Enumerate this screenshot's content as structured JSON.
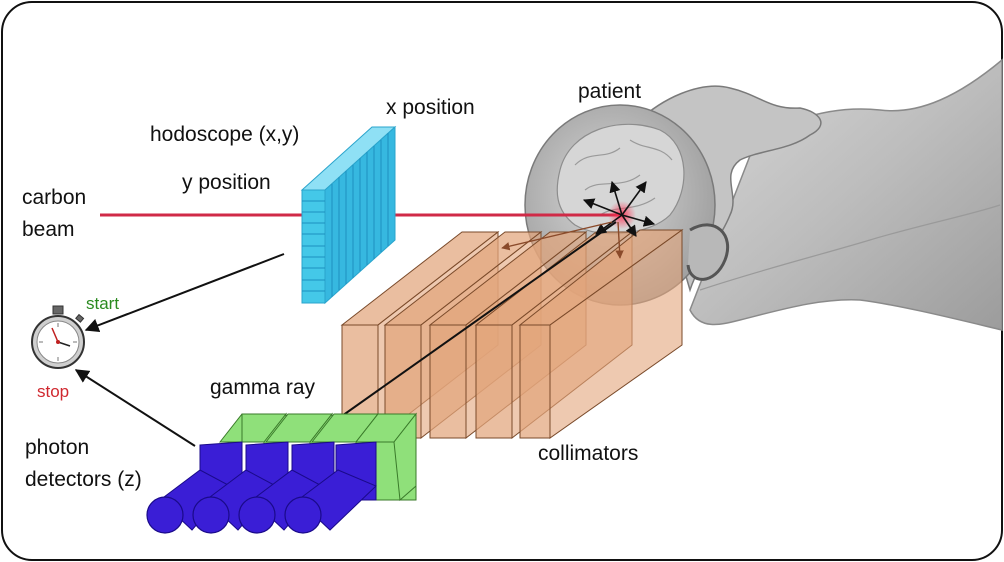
{
  "labels": {
    "patient": "patient",
    "hodoscope": "hodoscope (x,y)",
    "x_position": "x position",
    "y_position": "y position",
    "carbon_beam_line1": "carbon",
    "carbon_beam_line2": "beam",
    "start": "start",
    "stop": "stop",
    "gamma_ray": "gamma ray",
    "photon_detectors_line1": "photon",
    "photon_detectors_line2": "detectors (z)",
    "collimators": "collimators"
  },
  "colors": {
    "beam": "#d02a47",
    "hodoscope": "#44c8e8",
    "hodoscope_dark": "#23a6cf",
    "collimator": "#e2a57c",
    "detector_blue": "#3a1ed6",
    "detector_green": "#8fe07a",
    "gamma_arrow": "#2a8a2a",
    "start_text": "#2a8a1f",
    "stop_text": "#d0282f",
    "patient_skin": "#c9c9c9"
  },
  "icons": {
    "stopwatch": "stopwatch-icon"
  }
}
